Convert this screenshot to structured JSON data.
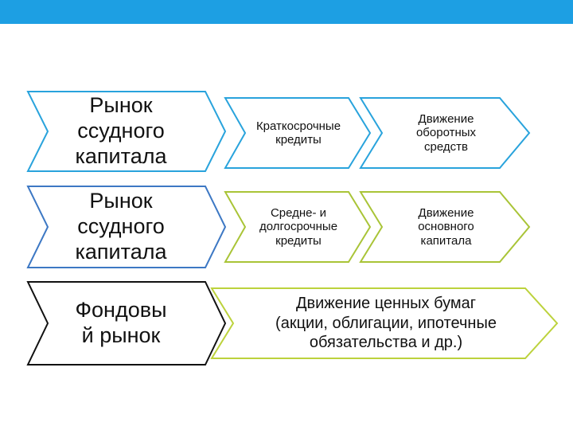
{
  "colors": {
    "header_bar": "#1d9fe3",
    "row1_border": "#29a3dc",
    "row2_border_left": "#3d78c4",
    "row2_border": "#a9c437",
    "row3_border_left": "#111111",
    "row3_border": "#bcd23c"
  },
  "rows": [
    {
      "left": "Рынок\nссудного\nкапитала",
      "middle": "Краткосрочные\nкредиты",
      "right": "Движение\nоборотных\nсредств"
    },
    {
      "left": "Рынок\nссудного\nкапитала",
      "middle": "Средне- и\nдолгосрочные\nкредиты",
      "right": "Движение\nосновного\nкапитала"
    },
    {
      "left": "Фондовы\nй рынок",
      "wide": "Движение ценных бумаг\n(акции, облигации, ипотечные\nобязательства и др.)"
    }
  ]
}
